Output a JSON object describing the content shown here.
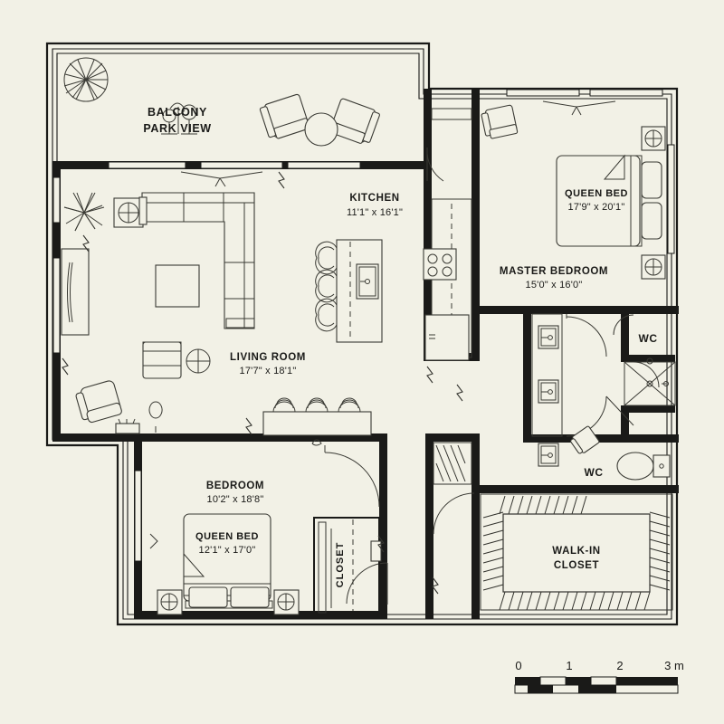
{
  "document": {
    "type": "architectural-floor-plan",
    "background_color": "#f2f1e6",
    "line_color": "#1a1a18"
  },
  "rooms": [
    {
      "id": "balcony",
      "name": "BALCONY",
      "name2": "PARK VIEW",
      "dim": ""
    },
    {
      "id": "kitchen",
      "name": "KITCHEN",
      "dim": "11'1\" x 16'1\""
    },
    {
      "id": "living-room",
      "name": "LIVING ROOM",
      "dim": "17'7\" x 18'1\""
    },
    {
      "id": "master-bedroom",
      "name": "MASTER BEDROOM",
      "dim": "15'0\" x 16'0\""
    },
    {
      "id": "bedroom",
      "name": "BEDROOM",
      "dim": "10'2\" x 18'8\""
    },
    {
      "id": "walk-in-closet",
      "name": "WALK-IN",
      "name2": "CLOSET",
      "dim": ""
    },
    {
      "id": "closet",
      "name": "CLOSET",
      "dim": ""
    },
    {
      "id": "wc-upper",
      "name": "WC",
      "dim": ""
    },
    {
      "id": "wc-lower",
      "name": "WC",
      "dim": ""
    }
  ],
  "furniture_labels": [
    {
      "id": "master-queen-bed",
      "name": "QUEEN BED",
      "dim": "17'9\" x 20'1\""
    },
    {
      "id": "bedroom-queen-bed",
      "name": "QUEEN BED",
      "dim": "12'1\" x 17'0\""
    }
  ],
  "scale_bar": {
    "ticks": [
      "0",
      "1",
      "2",
      "3 m"
    ],
    "unit": "m",
    "segments": 6
  }
}
